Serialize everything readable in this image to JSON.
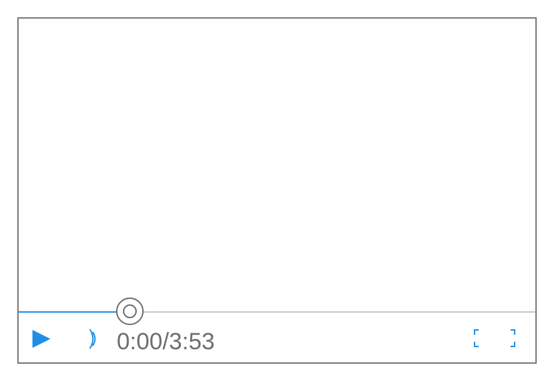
{
  "player": {
    "time": {
      "current": "0:00",
      "separator": "/",
      "duration": "3:53"
    },
    "progress_fraction": 0.215,
    "seek_thumb_fraction": 0.215,
    "icons": {
      "play": "play-icon",
      "volume": "volume-icon",
      "fullscreen": "fullscreen-icon"
    },
    "colors": {
      "accent": "#1e8fe6",
      "track": "#c8c8c8",
      "border": "#7a7a7a",
      "text": "#6e6e6e"
    }
  }
}
